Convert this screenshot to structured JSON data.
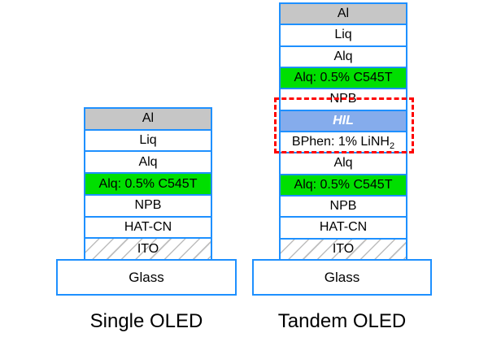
{
  "palette": {
    "border_blue": "#1E90FF",
    "metal_gray": "#C6C6C6",
    "emitter_green": "#00DF00",
    "hil_blue": "#85ACEC",
    "hil_text": "#FFFFFF",
    "dashed_red": "#FE0000",
    "hatch_gray": "#BDBDBD",
    "text_black": "#000000"
  },
  "devices": [
    {
      "name": "single-oled",
      "caption": "Single OLED",
      "substrate_label": "Glass",
      "layers": [
        {
          "label": "Al",
          "fill": "metal"
        },
        {
          "label": "Liq",
          "fill": "white"
        },
        {
          "label": "Alq",
          "fill": "white"
        },
        {
          "label": "Alq: 0.5% C545T",
          "fill": "emitter"
        },
        {
          "label": "NPB",
          "fill": "white"
        },
        {
          "label": "HAT-CN",
          "fill": "white"
        },
        {
          "label": "ITO",
          "fill": "ito"
        }
      ]
    },
    {
      "name": "tandem-oled",
      "caption": "Tandem OLED",
      "substrate_label": "Glass",
      "layers": [
        {
          "label": "Al",
          "fill": "metal"
        },
        {
          "label": "Liq",
          "fill": "white"
        },
        {
          "label": "Alq",
          "fill": "white"
        },
        {
          "label": "Alq: 0.5% C545T",
          "fill": "emitter"
        },
        {
          "label": "NPB",
          "fill": "white"
        },
        {
          "label": "HIL",
          "fill": "hil",
          "emphasis": "bold-italic"
        },
        {
          "label": "BPhen: 1% LiNH",
          "sub": "2",
          "fill": "white"
        },
        {
          "label": "Alq",
          "fill": "white"
        },
        {
          "label": "Alq: 0.5% C545T",
          "fill": "emitter"
        },
        {
          "label": "NPB",
          "fill": "white"
        },
        {
          "label": "HAT-CN",
          "fill": "white"
        },
        {
          "label": "ITO",
          "fill": "ito"
        }
      ],
      "annotation": {
        "shape": "dashed-rect",
        "color": "#FE0000",
        "encloses": [
          "HIL",
          "BPhen: 1% LiNH2"
        ]
      }
    }
  ]
}
